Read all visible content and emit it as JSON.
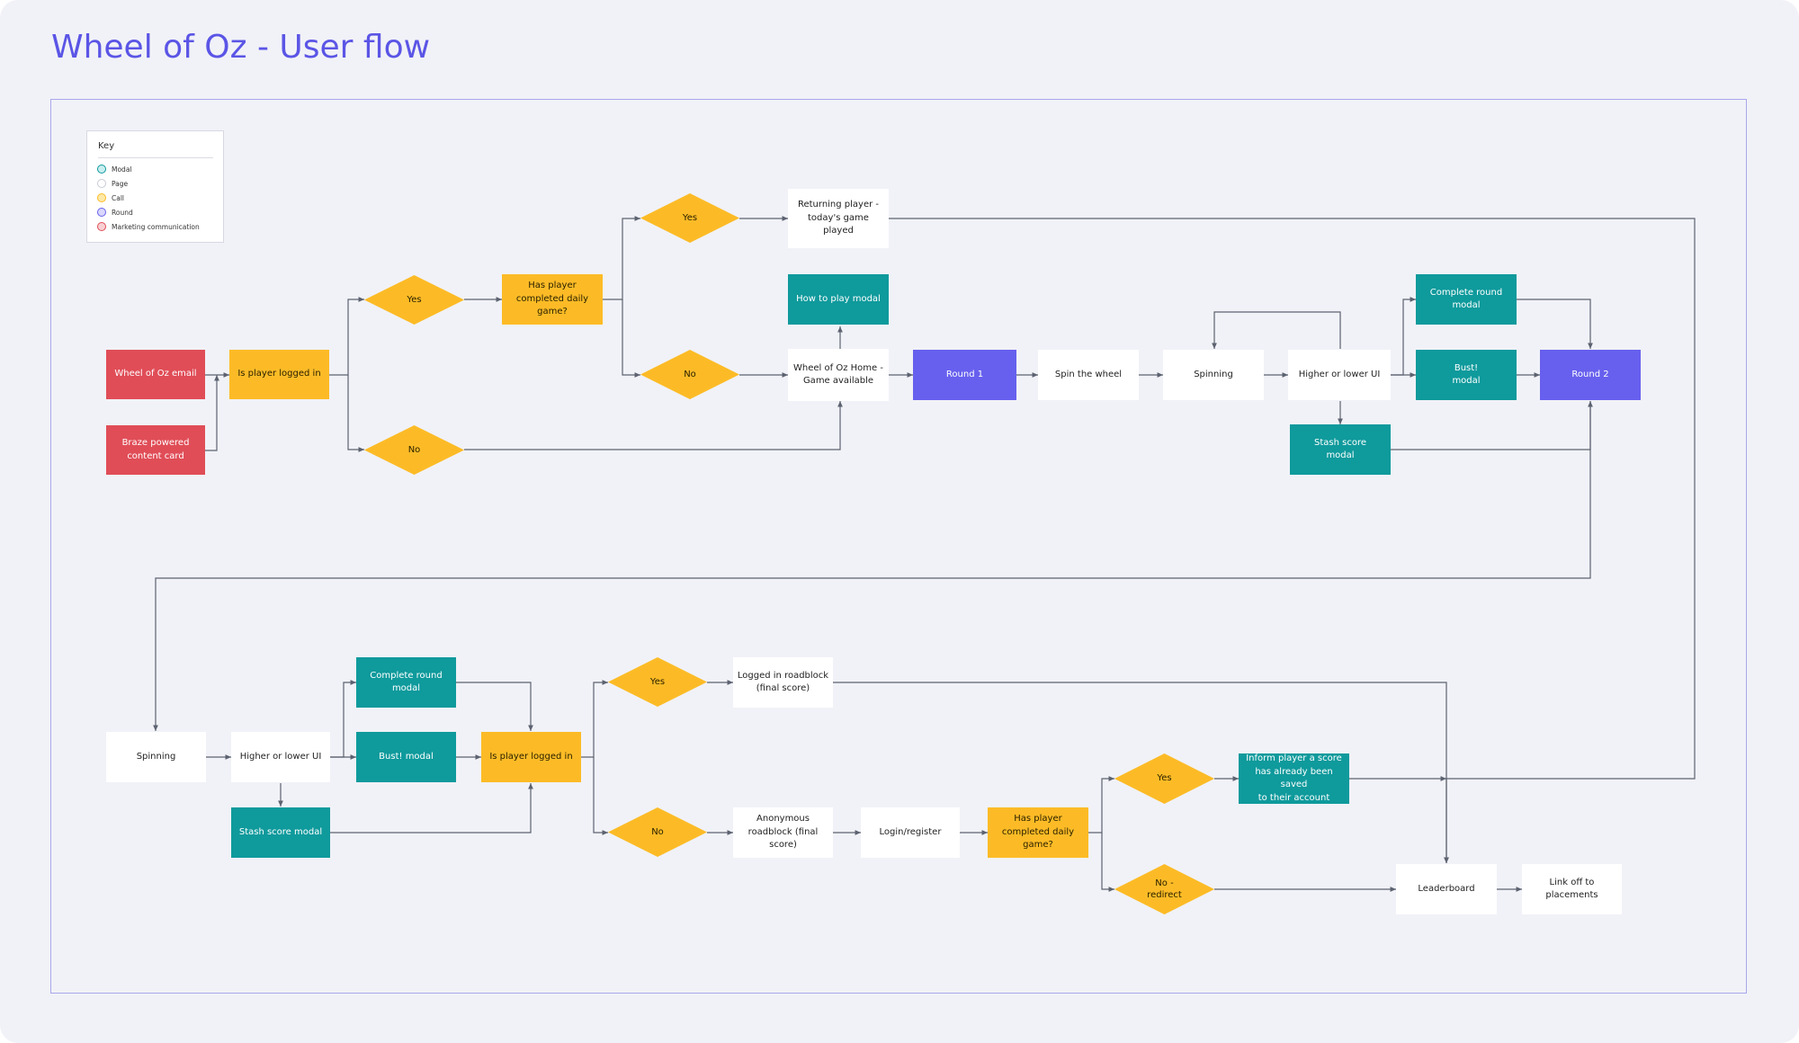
{
  "title": "Wheel of Oz - User flow",
  "colors": {
    "modal": "#0f9a9c",
    "page": "#ffffff",
    "call": "#fcbb26",
    "round": "#6760ee",
    "marketing": "#e04d57",
    "title": "#5b55e6",
    "frame": "#a9a6ec",
    "connector": "#5c6270"
  },
  "key": {
    "title": "Key",
    "items": [
      {
        "label": "Modal",
        "type": "modal"
      },
      {
        "label": "Page",
        "type": "page"
      },
      {
        "label": "Call",
        "type": "call"
      },
      {
        "label": "Round",
        "type": "round"
      },
      {
        "label": "Marketing communication",
        "type": "mkt"
      }
    ]
  },
  "nodes": {
    "email": "Wheel of Oz email",
    "braze": "Braze powered\ncontent card",
    "logged_in_1": "Is player logged in",
    "yes_1": "Yes",
    "no_1": "No",
    "completed_1": "Has player\ncompleted daily\ngame?",
    "yes_2": "Yes",
    "no_2": "No",
    "returning": "Returning player -\ntoday's game played",
    "how_to_play": "How to play modal",
    "home": "Wheel of Oz Home -\nGame available",
    "round1": "Round 1",
    "spin": "Spin the wheel",
    "spinning_1": "Spinning",
    "hilo_1": "Higher or lower UI",
    "complete_round_1": "Complete round\nmodal",
    "bust_1": "Bust!\nmodal",
    "stash_1": "Stash score\nmodal",
    "round2": "Round 2",
    "spinning_2": "Spinning",
    "hilo_2": "Higher or lower UI",
    "complete_round_2": "Complete round\nmodal",
    "bust_2": "Bust! modal",
    "stash_2": "Stash score modal",
    "logged_in_2": "Is player logged in",
    "yes_3": "Yes",
    "no_3": "No",
    "logged_roadblock": "Logged in roadblock\n(final score)",
    "anon_roadblock": "Anonymous\nroadblock (final\nscore)",
    "login_register": "Login/register",
    "completed_2": "Has player\ncompleted daily\ngame?",
    "yes_4": "Yes",
    "no_redirect": "No -\nredirect",
    "inform": "Inform player a score\nhas already been saved\nto their account",
    "leaderboard": "Leaderboard",
    "link_off": "Link off to\nplacements"
  }
}
